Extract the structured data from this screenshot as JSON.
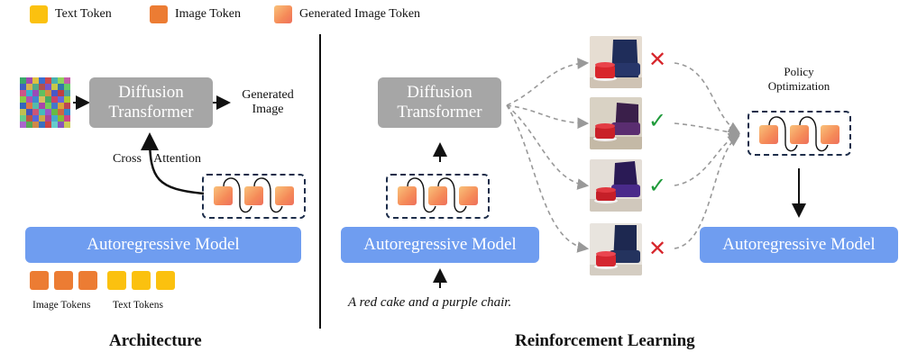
{
  "legend": {
    "text_token": "Text Token",
    "image_token": "Image Token",
    "generated_image_token": "Generated Image Token"
  },
  "architecture": {
    "diffusion_line1": "Diffusion",
    "diffusion_line2": "Transformer",
    "generated_line1": "Generated",
    "generated_line2": "Image",
    "cross_attention": "Cross    Attention",
    "ar_model": "Autoregressive Model",
    "image_tokens": "Image Tokens",
    "text_tokens": "Text Tokens",
    "title": "Architecture"
  },
  "rl": {
    "diffusion_line1": "Diffusion",
    "diffusion_line2": "Transformer",
    "ar_model": "Autoregressive Model",
    "prompt": "A red cake and a purple chair.",
    "policy_line1": "Policy",
    "policy_line2": "Optimization",
    "ar_model_right": "Autoregressive Model",
    "title": "Reinforcement Learning",
    "samples": [
      {
        "result": "✕",
        "result_icon": "cross-icon",
        "color": "#d7262c"
      },
      {
        "result": "✓",
        "result_icon": "check-icon",
        "color": "#1f9a3a"
      },
      {
        "result": "✓",
        "result_icon": "check-icon",
        "color": "#1f9a3a"
      },
      {
        "result": "✕",
        "result_icon": "cross-icon",
        "color": "#d7262c"
      }
    ]
  },
  "colors": {
    "text_token": "#fbc10f",
    "image_token": "#ec7c33",
    "ar_blue": "#6f9df0",
    "dit_gray": "#a6a6a6"
  }
}
